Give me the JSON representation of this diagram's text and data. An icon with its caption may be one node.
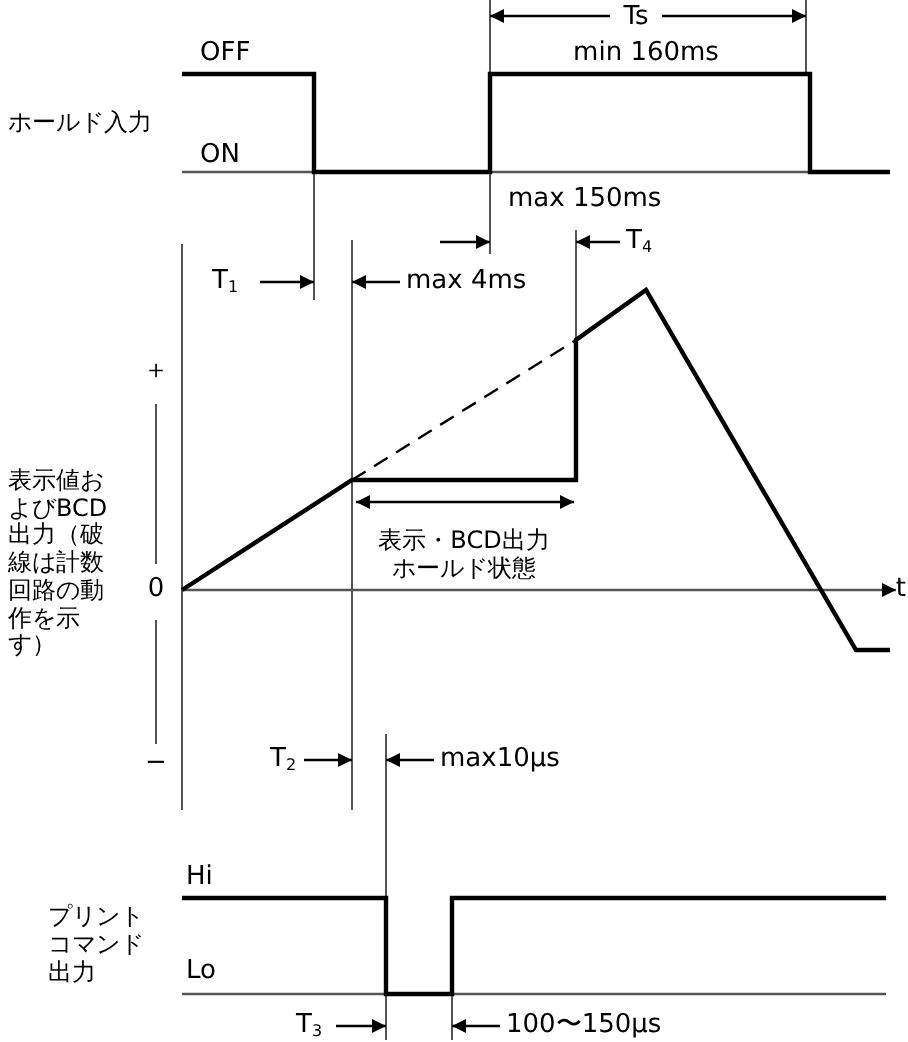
{
  "diagram": {
    "labels": [
      "Ts",
      "OFF",
      "min 160ms",
      "ホールド入力",
      "ON",
      "max 150ms",
      "T$_{4}$",
      "T$_{1}$",
      "max 4ms",
      "＋",
      "表示値およびBCD出力（破線は計数回路の動作を示す）",
      "0",
      "表示・BCD出力ホールド状態",
      "t",
      "−",
      "T$_{2}$",
      "max10μs",
      "Hi",
      "プリントコマンド出力",
      "Lo",
      "T$_{3}$",
      "100〜150μs"
    ]
  }
}
